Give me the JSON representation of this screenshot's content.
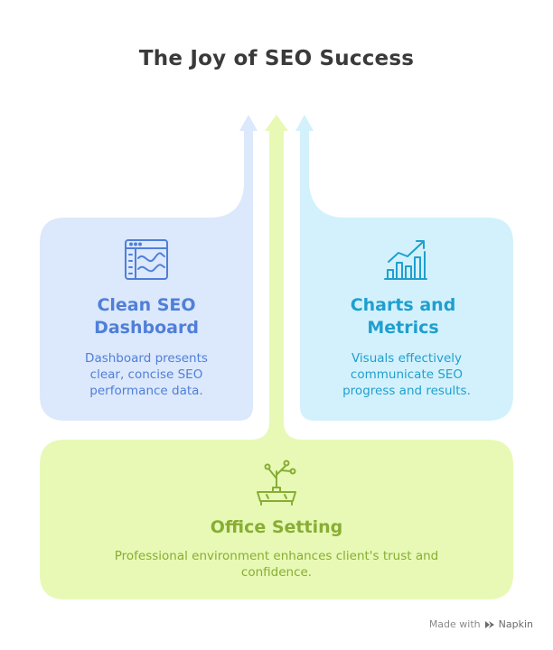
{
  "title": "The Joy of SEO Success",
  "cards": {
    "dashboard": {
      "title_line1": "Clean SEO",
      "title_line2": "Dashboard",
      "desc_line1": "Dashboard presents",
      "desc_line2": "clear, concise SEO",
      "desc_line3": "performance data.",
      "icon": "dashboard-window-icon",
      "color": "#4f7fd8",
      "fill": "#dce8fb"
    },
    "charts": {
      "title_line1": "Charts and",
      "title_line2": "Metrics",
      "desc_line1": "Visuals effectively",
      "desc_line2": "communicate SEO",
      "desc_line3": "progress and results.",
      "icon": "bar-chart-trend-icon",
      "color": "#1f9fcf",
      "fill": "#d3f1fc"
    },
    "office": {
      "title": "Office Setting",
      "desc_line1": "Professional environment enhances client's trust and",
      "desc_line2": "confidence.",
      "icon": "plant-desk-icon",
      "color": "#88ad35",
      "fill": "#e7f9b5"
    }
  },
  "footer": {
    "made_with": "Made with",
    "brand": "Napkin",
    "icon": "napkin-logo-icon"
  }
}
